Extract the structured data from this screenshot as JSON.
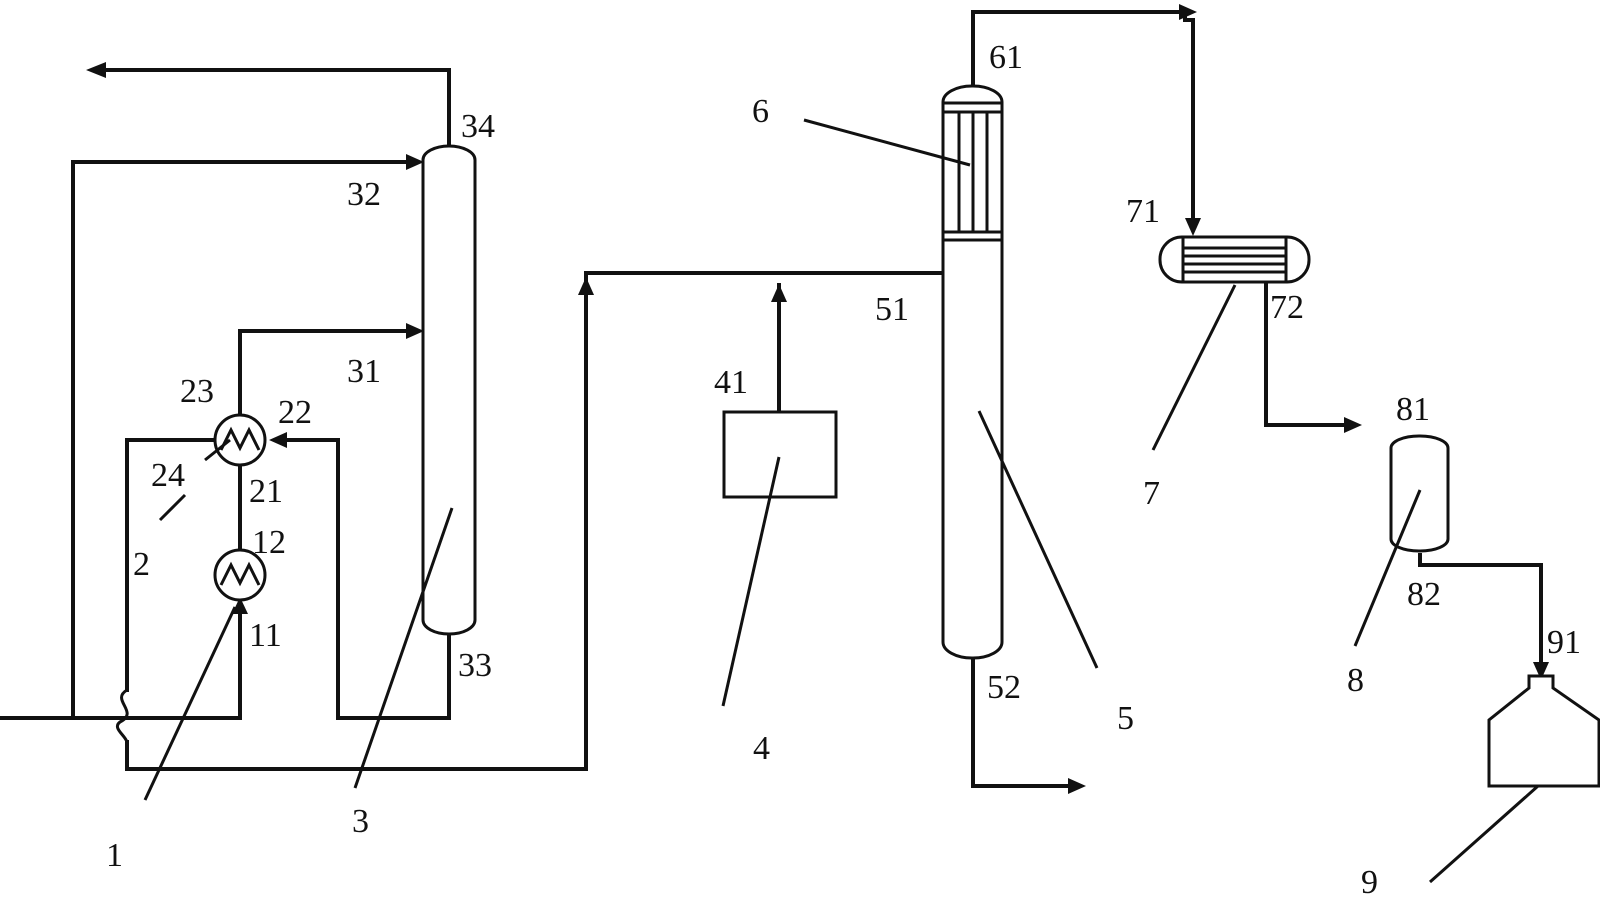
{
  "labels": {
    "n1": "1",
    "n11": "11",
    "n12": "12",
    "n2": "2",
    "n21": "21",
    "n22": "22",
    "n23": "23",
    "n24": "24",
    "n3": "3",
    "n31": "31",
    "n32": "32",
    "n33": "33",
    "n34": "34",
    "n4": "4",
    "n41": "41",
    "n5": "5",
    "n51": "51",
    "n52": "52",
    "n6": "6",
    "n61": "61",
    "n7": "7",
    "n71": "71",
    "n72": "72",
    "n8": "8",
    "n81": "81",
    "n82": "82",
    "n9": "9",
    "n91": "91"
  },
  "colors": {
    "line": "#111111",
    "background": "#ffffff"
  }
}
